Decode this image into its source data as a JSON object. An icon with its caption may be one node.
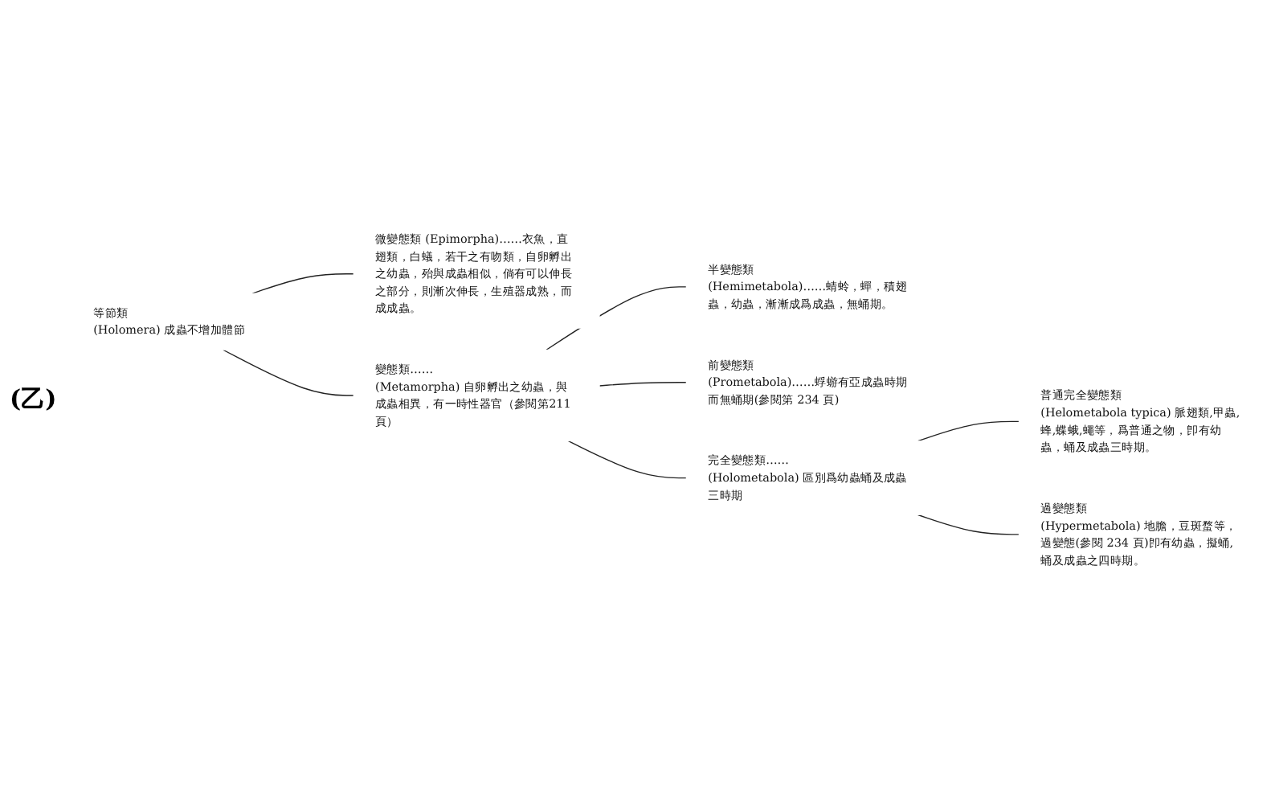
{
  "diagram": {
    "nodes": [
      {
        "text": [
          "等節類",
          "(Holomera) 成蟲不增加體節"
        ]
      },
      {
        "text": [
          "微變態類 (Epimorpha)……衣魚，直翅類，白蟻，若干之有吻類，自卵孵出之幼蟲，殆與成蟲相似，倘有可以伸長之部分，則漸次伸長，生殖器成熟，而成成蟲。"
        ]
      },
      {
        "text": [
          "變態類……",
          "(Metamorpha) 自卵孵出之幼蟲，與成蟲相異，有一時性器官（參閱第211 頁）"
        ]
      },
      {
        "text": [
          "半變態類",
          "(Hemimetabola)……蜻蛉，蟬，積翅蟲，幼蟲，漸漸成爲成蟲，無蛹期。"
        ]
      },
      {
        "text": [
          "前變態類",
          "(Prometabola)……蜉蝣有亞成蟲時期而無蛹期(參閱第 234 頁)"
        ]
      },
      {
        "text": [
          "完全變態類……",
          "(Holometabola) 區別爲幼蟲蛹及成蟲三時期"
        ]
      },
      {
        "text": [
          "普通完全變態類",
          "(Helometabola typica) 脈翅類,甲蟲,蜂,蝶蛾,蠅等，爲普通之物，卽有幼蟲，蛹及成蟲三時期。"
        ]
      },
      {
        "text": [
          "過變態類",
          "(Hypermetabola) 地膽，豆斑蝥等，過變態(參閱 234 頁)卽有幼蟲，擬蛹,蛹及成蟲之四時期。"
        ]
      }
    ],
    "edges": [
      {
        "from": 0,
        "to": 1,
        "arrow": "none"
      },
      {
        "from": 0,
        "to": 2,
        "arrow": "none"
      },
      {
        "from": 2,
        "to": 3,
        "arrow": "none"
      },
      {
        "from": 2,
        "to": 4,
        "arrow": "none"
      },
      {
        "from": 2,
        "to": 5,
        "arrow": "none"
      },
      {
        "from": 5,
        "to": 6,
        "arrow": "none"
      },
      {
        "from": 5,
        "to": 7,
        "arrow": "none"
      }
    ],
    "labels": [
      "(乙)"
    ]
  }
}
